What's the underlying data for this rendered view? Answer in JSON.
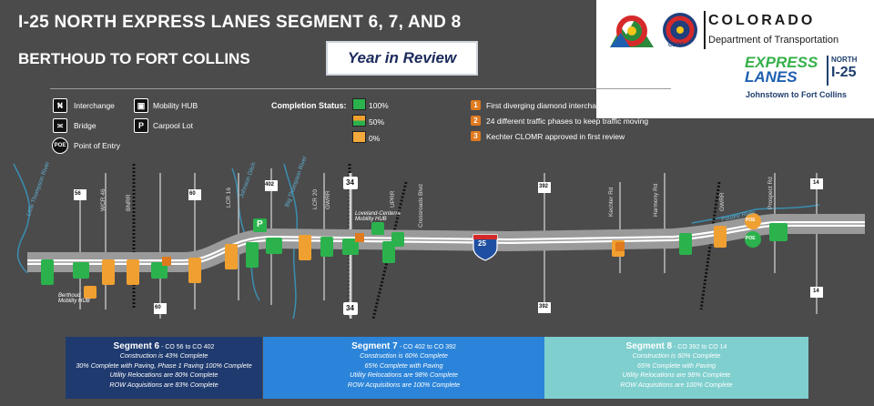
{
  "header": {
    "title_line1": "I-25 NORTH EXPRESS LANES SEGMENT 6, 7, AND 8",
    "title_line2": "BERTHOUD TO FORT COLLINS",
    "badge": "Year in Review"
  },
  "logos": {
    "cdot_name": "COLORADO",
    "cdot_dept": "Department of Transportation",
    "cdot_small": "CDOT",
    "express_word1": "EXPRESS",
    "express_word2": "LANES",
    "express_north": "NORTH",
    "express_route": "I-25",
    "express_sub": "Johnstown to Fort Collins"
  },
  "legend": {
    "icons": [
      {
        "label": "Interchange",
        "icon": "interchange-icon"
      },
      {
        "label": "Bridge",
        "icon": "bridge-icon"
      },
      {
        "label": "Point of Entry",
        "icon": "poe-icon",
        "glyph": "POE"
      },
      {
        "label": "Mobility HUB",
        "icon": "bus-icon"
      },
      {
        "label": "Carpool Lot",
        "icon": "parking-icon",
        "glyph": "P"
      }
    ],
    "status_title": "Completion Status:",
    "status": [
      {
        "label": "100%",
        "color": "#2bb24c"
      },
      {
        "label": "50%",
        "color": "#f0a030"
      },
      {
        "label": "0%",
        "color": "#f3a93b"
      }
    ],
    "notes": [
      {
        "num": "1",
        "text": "First diverging diamond interchange in Northern Colorado"
      },
      {
        "num": "2",
        "text": "24 different traffic phases to keep traffic moving"
      },
      {
        "num": "3",
        "text": "Kechter CLOMR approved in first review"
      }
    ]
  },
  "map": {
    "shield_i25": "25",
    "shield_us34_top": "34",
    "shield_us34_bottom": "34",
    "road_labels": [
      "WCR 46",
      "BNRR",
      "LCR 16",
      "LCR 20",
      "GWRR",
      "UPRR",
      "Crossroads Blvd",
      "Kechter Rd",
      "Harmony Rd",
      "GWRR",
      "Prospect Rd"
    ],
    "state_hwy_labels": [
      "56",
      "60",
      "60",
      "402",
      "392",
      "392",
      "14",
      "14"
    ],
    "river_labels": [
      "Little Thompson River",
      "Big Thompson River",
      "Johnson Ditch",
      "Poudre River"
    ],
    "place_labels": [
      "Berthoud Mobility HUB",
      "Loveland-Centerra Mobility HUB"
    ],
    "poe_labels": [
      "POE",
      "POE"
    ],
    "carpool_label": "P"
  },
  "segments": [
    {
      "title": "Segment 6",
      "range": " - CO 56 to CO 402",
      "color": "#1f3a6e",
      "lines": [
        "Construction is 43% Complete",
        "30% Complete with Paving, Phase 1 Paving 100% Complete",
        "Utility Relocations are 80% Complete",
        "ROW Acquisitions are 83% Complete"
      ]
    },
    {
      "title": "Segment 7",
      "range": " - CO 402 to CO 392",
      "color": "#2b84d9",
      "lines": [
        "Construction is 60% Complete",
        "65% Complete with Paving",
        "Utility Relocations are 98% Complete",
        "ROW Acquisitions are 100% Complete"
      ]
    },
    {
      "title": "Segment 8",
      "range": " - CO 392 to CO 14",
      "color": "#7fcfce",
      "lines": [
        "Construction is 60% Complete",
        "65% Complete with Paving",
        "Utility Relocations are 98% Complete",
        "ROW Acquisitions are 100% Complete"
      ]
    }
  ]
}
